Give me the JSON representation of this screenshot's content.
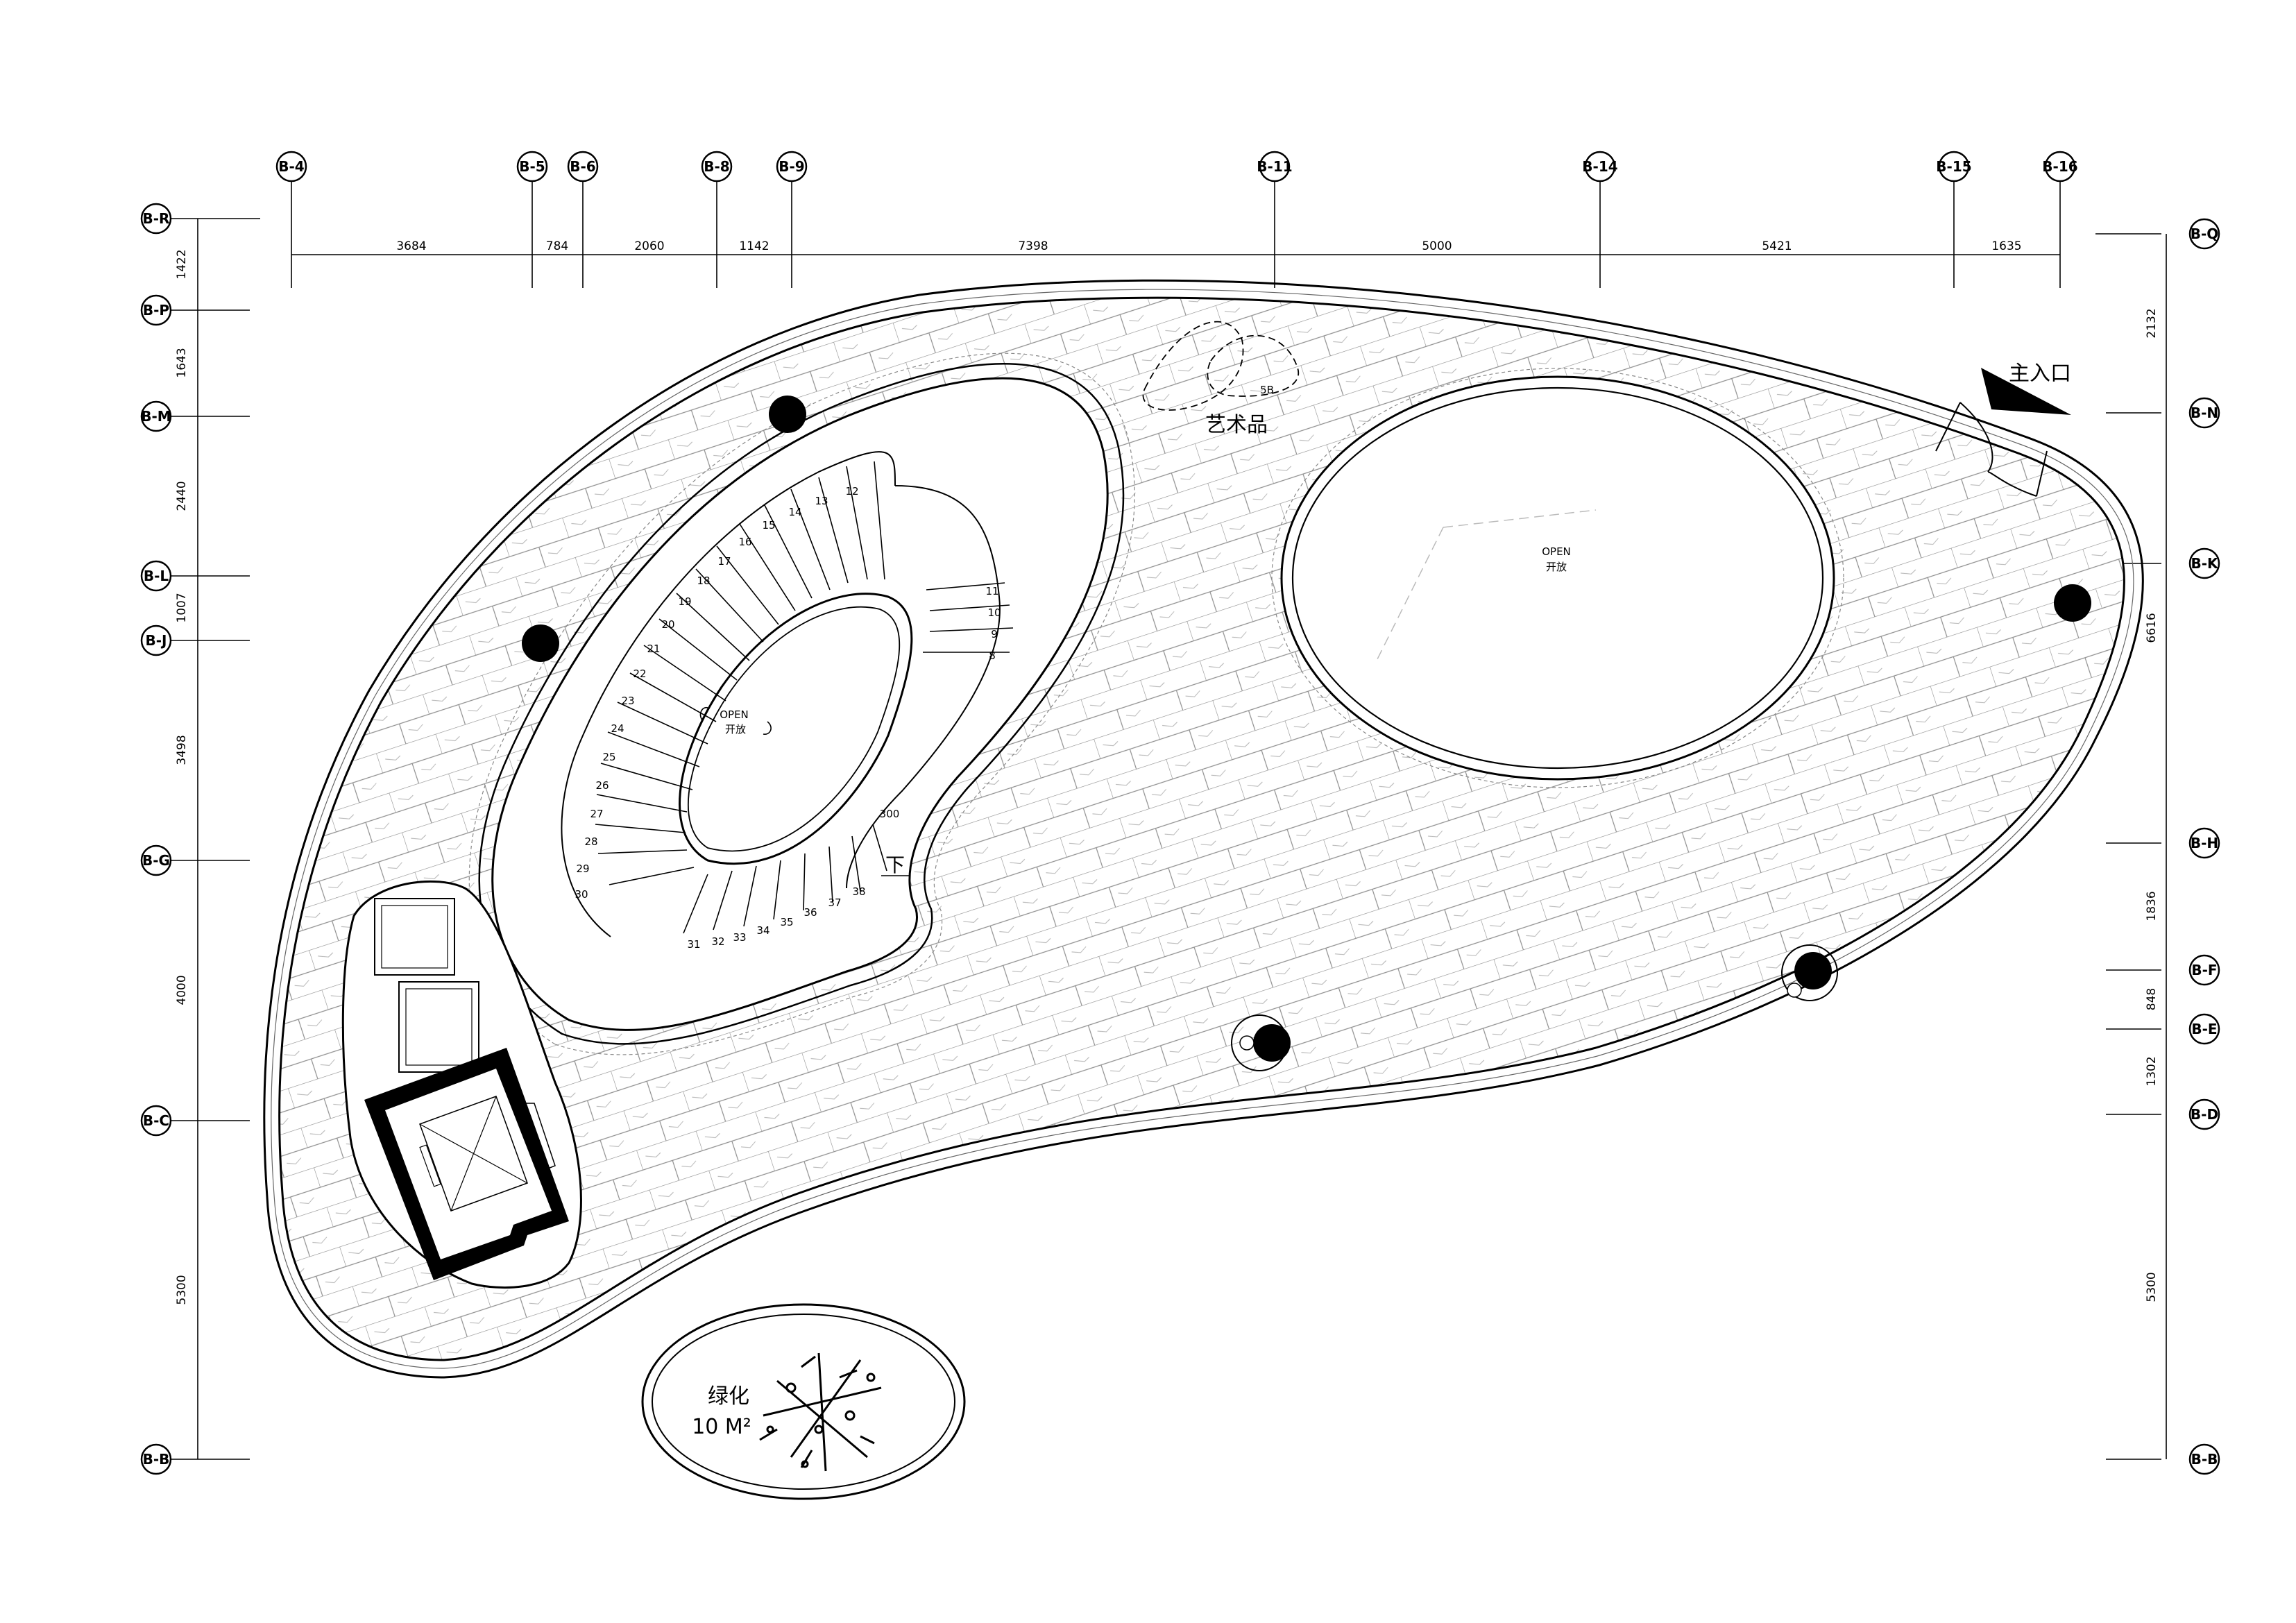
{
  "grid_top": [
    {
      "label": "B-4"
    },
    {
      "label": "B-5"
    },
    {
      "label": "B-6"
    },
    {
      "label": "B-8"
    },
    {
      "label": "B-9"
    },
    {
      "label": "B-11"
    },
    {
      "label": "B-14"
    },
    {
      "label": "B-15"
    },
    {
      "label": "B-16"
    }
  ],
  "dims_top": [
    "3684",
    "784",
    "2060",
    "1142",
    "7398",
    "5000",
    "5421",
    "1635"
  ],
  "grid_left": [
    {
      "label": "B-R"
    },
    {
      "label": "B-P"
    },
    {
      "label": "B-M"
    },
    {
      "label": "B-L"
    },
    {
      "label": "B-J"
    },
    {
      "label": "B-G"
    },
    {
      "label": "B-C"
    },
    {
      "label": "B-B"
    }
  ],
  "dims_left": [
    "1422",
    "1643",
    "2440",
    "1007",
    "3498",
    "4000",
    "5300"
  ],
  "grid_right": [
    {
      "label": "B-Q"
    },
    {
      "label": "B-N"
    },
    {
      "label": "B-K"
    },
    {
      "label": "B-H"
    },
    {
      "label": "B-F"
    },
    {
      "label": "B-E"
    },
    {
      "label": "B-D"
    },
    {
      "label": "B-B"
    }
  ],
  "dims_right": [
    "2132",
    "6616",
    "1836",
    "848",
    "1302",
    "5300"
  ],
  "labels": {
    "main_entrance": "主入口",
    "artwork": "艺术品",
    "open_en_1": "OPEN",
    "open_zh_1": "开放",
    "open_en_2": "OPEN",
    "open_zh_2": "开放",
    "down": "下",
    "greenery": "绿化",
    "greenery_area": "10 M²",
    "stair_width": "300",
    "artwork_code": "5B"
  },
  "stair_steps": [
    "8",
    "9",
    "10",
    "11",
    "12",
    "13",
    "14",
    "15",
    "16",
    "17",
    "18",
    "19",
    "20",
    "21",
    "22",
    "23",
    "24",
    "25",
    "26",
    "27",
    "28",
    "29",
    "30",
    "31",
    "32",
    "33",
    "34",
    "35",
    "36",
    "37",
    "38"
  ]
}
